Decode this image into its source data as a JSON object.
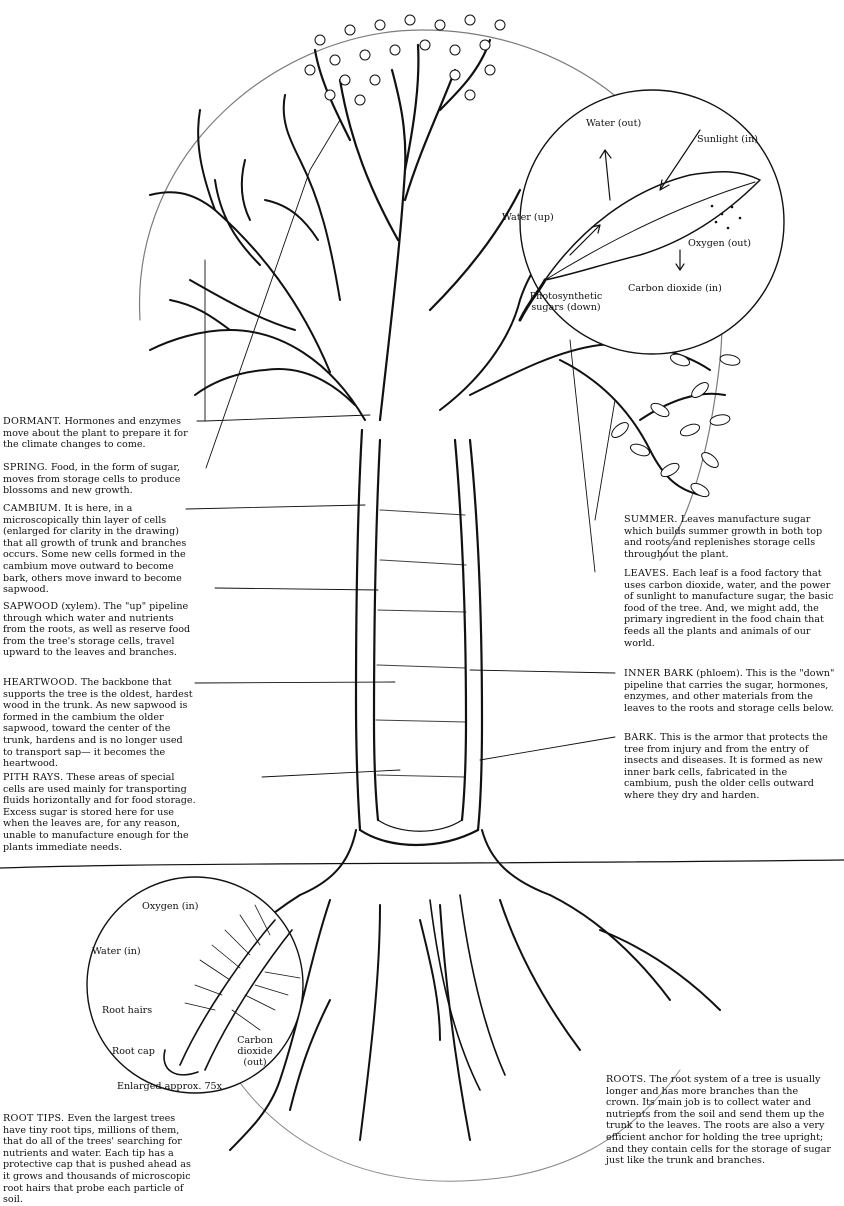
{
  "annotations": {
    "dormant": {
      "head": "DORMANT.",
      "text": "Hormones and enzymes move about the plant to prepare it for the climate changes to come."
    },
    "spring": {
      "head": "SPRING.",
      "text": "Food, in the form of sugar, moves from storage cells to produce blossoms and new growth."
    },
    "cambium": {
      "head": "CAMBIUM.",
      "text": "It is here, in a microscopically thin layer of cells (enlarged for clarity in the drawing) that all growth of trunk and branches occurs. Some new cells formed in the cambium move outward to become bark, others move inward to become sapwood."
    },
    "sapwood": {
      "head": "SAPWOOD",
      "text": "(xylem). The \"up\" pipeline through which water and nutrients from the roots, as well as reserve food from the tree's storage cells, travel upward to the leaves and branches."
    },
    "heartwood": {
      "head": "HEARTWOOD.",
      "text": "The backbone that supports the tree is the oldest, hardest wood in the trunk. As new sapwood is formed in the cambium the older sapwood, toward the center of the trunk, hardens and is no longer used to transport sap— it becomes the heartwood."
    },
    "pith_rays": {
      "head": "PITH RAYS.",
      "text": "These areas of special cells are used mainly for transporting fluids horizontally and for food storage. Excess sugar is stored here for use when the leaves are, for any reason, unable to manufacture enough for the plants immediate needs."
    },
    "summer": {
      "head": "SUMMER.",
      "text": "Leaves manufacture sugar which builds summer growth in both top and roots and replenishes storage cells throughout the plant."
    },
    "leaves": {
      "head": "LEAVES.",
      "text": "Each leaf is a food factory that uses carbon dioxide, water, and the power of sunlight to manufacture sugar, the basic food of the tree. And, we might add, the primary ingredient in the food chain that feeds all the plants and animals of our world."
    },
    "inner_bark": {
      "head": "INNER BARK",
      "text": "(phloem). This is the \"down\" pipeline that carries the sugar, hormones, enzymes, and other materials from the leaves to the roots and storage cells below."
    },
    "bark": {
      "head": "BARK.",
      "text": "This is the armor that protects the tree from injury and from the entry of insects and diseases. It is formed as new inner bark cells, fabricated in the cambium, push the older cells outward where they dry and harden."
    },
    "roots": {
      "head": "ROOTS.",
      "text": "The root system of a tree is usually longer and has more branches than the crown. Its main job is to collect water and nutrients from the soil and send them up the trunk to the leaves. The roots are also a very efficient anchor for holding the tree upright; and they contain cells for the storage of sugar just like the trunk and branches."
    },
    "root_tips": {
      "head": "ROOT TIPS.",
      "text": "Even the largest trees have tiny root tips, millions of them, that do all of the trees' searching for nutrients and water. Each tip has a protective cap that is pushed ahead as it grows and thousands of microscopic root hairs that probe each particle of soil."
    }
  },
  "leaf_inset": {
    "water_out": "Water (out)",
    "sunlight_in": "Sunlight (in)",
    "water_up": "Water (up)",
    "oxygen_out": "Oxygen (out)",
    "carbon_dioxide_in": "Carbon dioxide (in)",
    "sugars_line1": "Photosynthetic",
    "sugars_line2": "sugars (down)"
  },
  "root_inset": {
    "oxygen_in": "Oxygen (in)",
    "water_in": "Water (in)",
    "root_hairs": "Root hairs",
    "root_cap": "Root cap",
    "co2_line1": "Carbon",
    "co2_line2": "dioxide",
    "co2_line3": "(out)",
    "enlarged": "Enlarged approx. 75x"
  }
}
